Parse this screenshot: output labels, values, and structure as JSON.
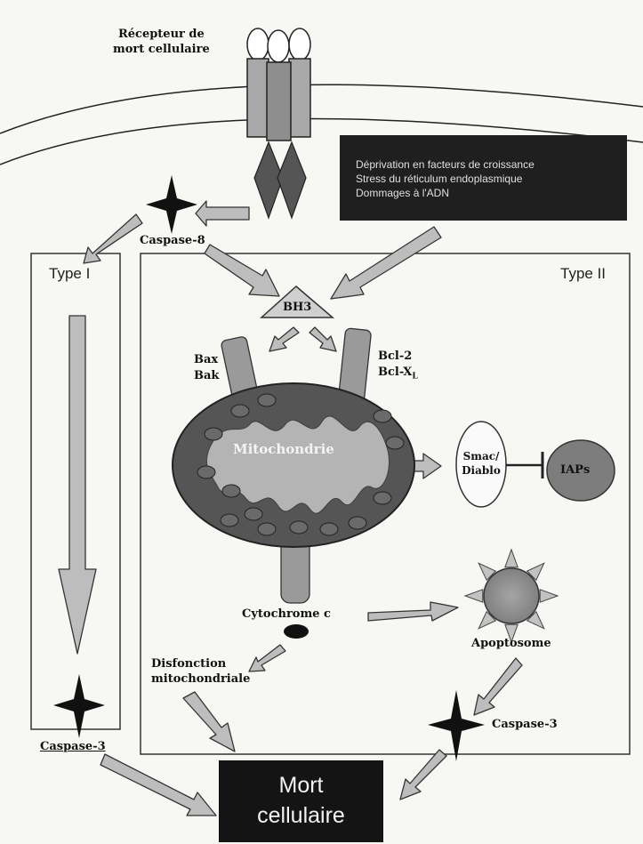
{
  "receptor": {
    "line1": "Récepteur de",
    "line2": "mort cellulaire"
  },
  "stress_box": {
    "line1": "Déprivation en facteurs de croissance",
    "line2": "Stress du réticulum endoplasmique",
    "line3": "Dommages à l'ADN"
  },
  "caspase8": "Caspase-8",
  "type1": "Type I",
  "type2": "Type II",
  "bh3": "BH3",
  "bax": {
    "line1": "Bax",
    "line2": "Bak"
  },
  "bcl": {
    "line1": "Bcl-2",
    "line2": "Bcl-X",
    "subscript": "L"
  },
  "mitochondria": "Mitochondrie",
  "smac": {
    "line1": "Smac/",
    "line2": "Diablo"
  },
  "iaps": "IAPs",
  "cytochrome": "Cytochrome c",
  "apoptosome": "Apoptosome",
  "dysfunction": {
    "line1": "Disfonction",
    "line2": "mitochondriale"
  },
  "caspase3_left": "Caspase-3",
  "caspase3_right": "Caspase-3",
  "death": {
    "line1": "Mort",
    "line2": "cellulaire"
  }
}
